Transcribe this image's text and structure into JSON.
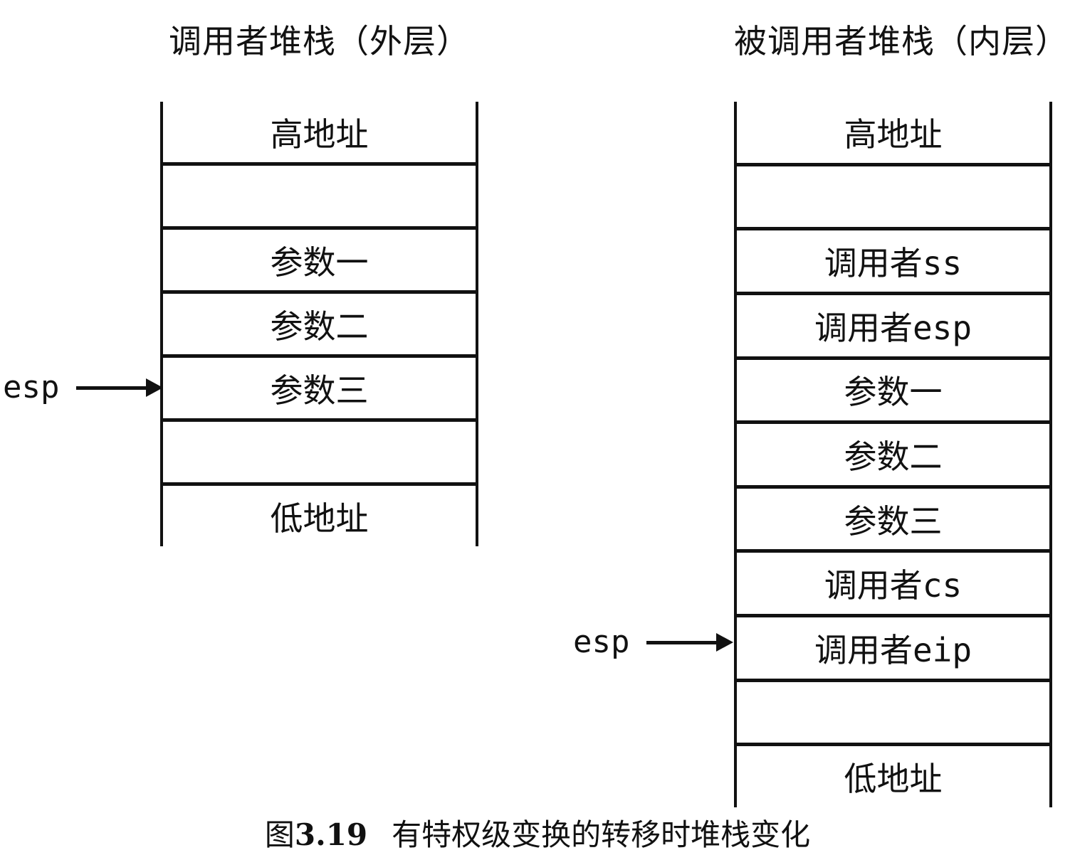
{
  "figure": {
    "caption": {
      "prefix": "图",
      "number": "3.19",
      "text": "有特权级变换的转移时堆栈变化"
    }
  },
  "colors": {
    "line": "#111111",
    "text": "#111111",
    "background": "#ffffff"
  },
  "left_stack": {
    "title": "调用者堆栈（外层）",
    "esp_label": "esp",
    "esp_points_to": "参数三",
    "rows": [
      {
        "label": "高地址"
      },
      {
        "label": ""
      },
      {
        "label": "参数一"
      },
      {
        "label": "参数二"
      },
      {
        "label": "参数三"
      },
      {
        "label": ""
      },
      {
        "label": "低地址"
      }
    ]
  },
  "right_stack": {
    "title": "被调用者堆栈（内层）",
    "esp_label": "esp",
    "esp_points_to": "调用者eip",
    "rows": [
      {
        "label": "高地址"
      },
      {
        "label": ""
      },
      {
        "label": "调用者ss"
      },
      {
        "label": "调用者esp"
      },
      {
        "label": "参数一"
      },
      {
        "label": "参数二"
      },
      {
        "label": "参数三"
      },
      {
        "label": "调用者cs"
      },
      {
        "label": "调用者eip"
      },
      {
        "label": ""
      },
      {
        "label": "低地址"
      }
    ]
  }
}
